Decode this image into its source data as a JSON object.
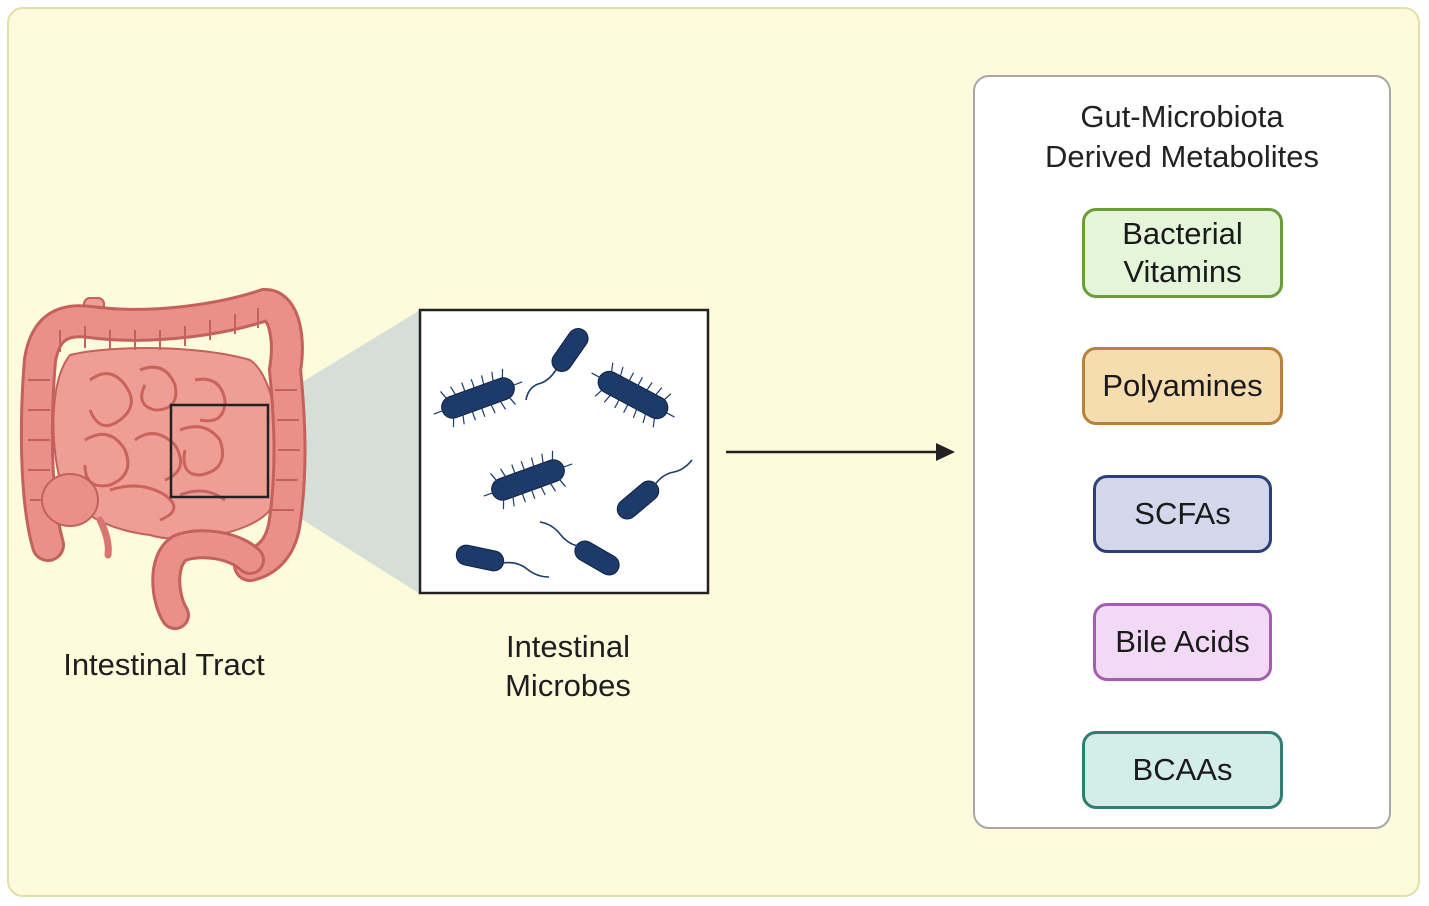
{
  "diagram": {
    "intestinal_tract_label": "Intestinal Tract",
    "microbes_label": "Intestinal\nMicrobes",
    "panel_title": "Gut-Microbiota\nDerived Metabolites",
    "metabolites": [
      {
        "label": "Bacterial\nVitamins",
        "bg": "#e5f5d9",
        "border": "#6a9d3a"
      },
      {
        "label": "Polyamines",
        "bg": "#f6ddb0",
        "border": "#b8823b"
      },
      {
        "label": "SCFAs",
        "bg": "#d2d7ec",
        "border": "#2c3f78"
      },
      {
        "label": "Bile Acids",
        "bg": "#f2d9f6",
        "border": "#a55db0"
      },
      {
        "label": "BCAAs",
        "bg": "#d3ede8",
        "border": "#2f7f70"
      }
    ],
    "colors": {
      "background": "#fdfbdc",
      "intestine": "#e99189",
      "intestine_outline": "#c4615a",
      "bacteria": "#1d3b6a",
      "arrow": "#222222"
    }
  }
}
